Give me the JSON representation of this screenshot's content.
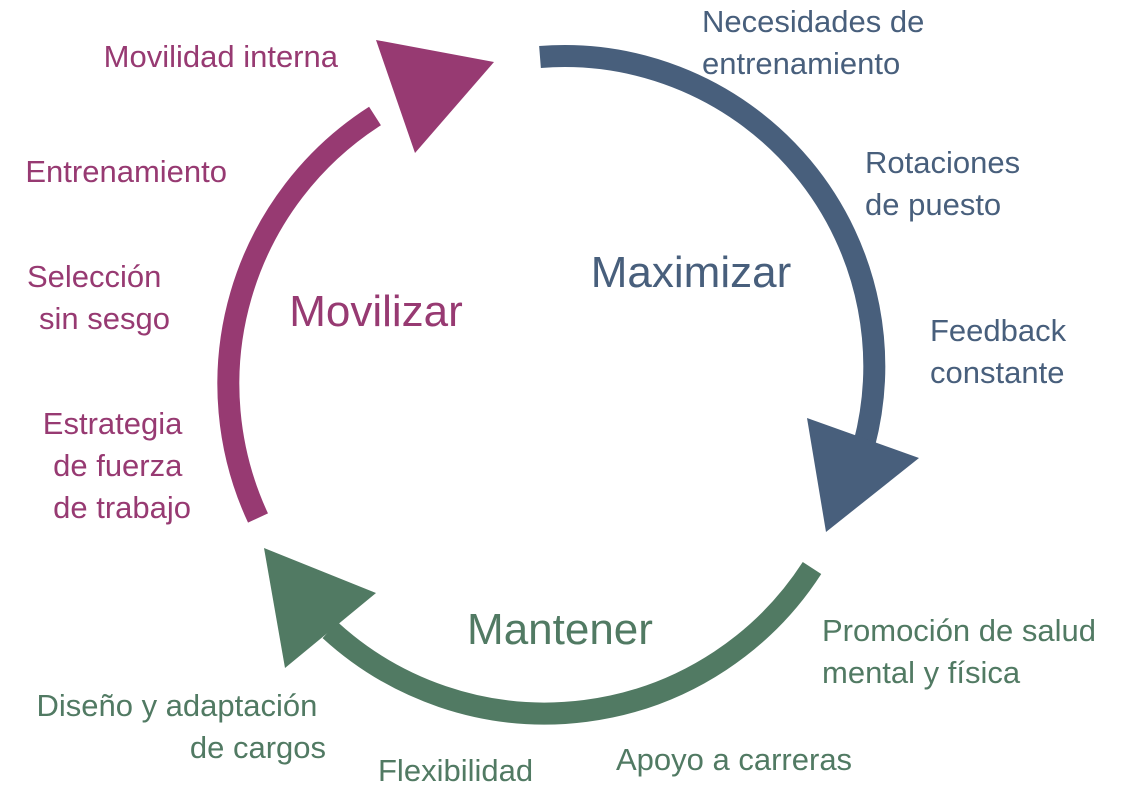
{
  "colors": {
    "movilizar": "#973A72",
    "maximizar": "#485F7C",
    "mantener": "#517A63"
  },
  "stages": [
    {
      "key": "movilizar",
      "title": "Movilizar",
      "items": [
        {
          "lines": [
            "Movilidad interna"
          ]
        },
        {
          "lines": [
            "Entrenamiento"
          ]
        },
        {
          "lines": [
            "Selección",
            "sin sesgo"
          ]
        },
        {
          "lines": [
            "Estrategia",
            "de fuerza",
            "de trabajo"
          ]
        }
      ]
    },
    {
      "key": "maximizar",
      "title": "Maximizar",
      "items": [
        {
          "lines": [
            "Necesidades de",
            "entrenamiento"
          ]
        },
        {
          "lines": [
            "Rotaciones",
            "de puesto"
          ]
        },
        {
          "lines": [
            "Feedback",
            "constante"
          ]
        }
      ]
    },
    {
      "key": "mantener",
      "title": "Mantener",
      "items": [
        {
          "lines": [
            "Promoción de salud",
            "mental y física"
          ]
        },
        {
          "lines": [
            "Apoyo a carreras"
          ]
        },
        {
          "lines": [
            "Flexibilidad"
          ]
        },
        {
          "lines": [
            "Diseño y adaptación",
            "de cargos"
          ]
        }
      ]
    }
  ]
}
